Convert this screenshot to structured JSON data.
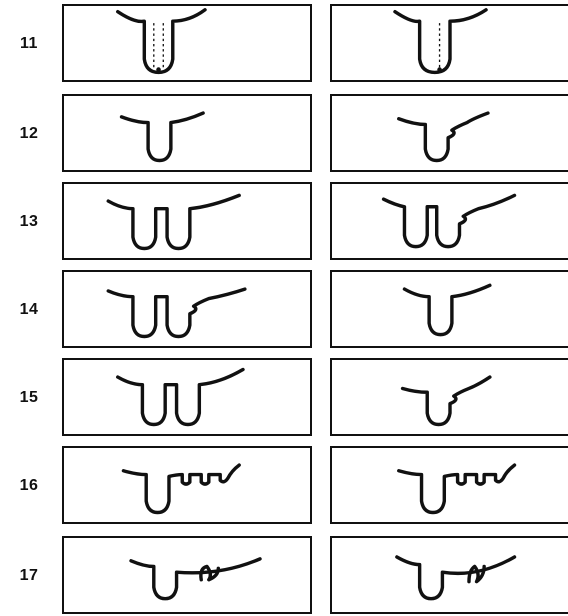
{
  "rows": [
    {
      "label": "11",
      "left": "notch-dotted-double",
      "right": "notch-dotted-single"
    },
    {
      "label": "12",
      "left": "notch",
      "right": "notch-split"
    },
    {
      "label": "13",
      "left": "double-notch",
      "right": "double-notch-split"
    },
    {
      "label": "14",
      "left": "double-notch-split",
      "right": "notch"
    },
    {
      "label": "15",
      "left": "double-notch",
      "right": "notch-split"
    },
    {
      "label": "16",
      "left": "notch-small-notches",
      "right": "notch-small-notches"
    },
    {
      "label": "17",
      "left": "notch-v-mark",
      "right": "notch-v-mark"
    }
  ],
  "colors": {
    "ink": "#111111",
    "background": "#ffffff"
  }
}
